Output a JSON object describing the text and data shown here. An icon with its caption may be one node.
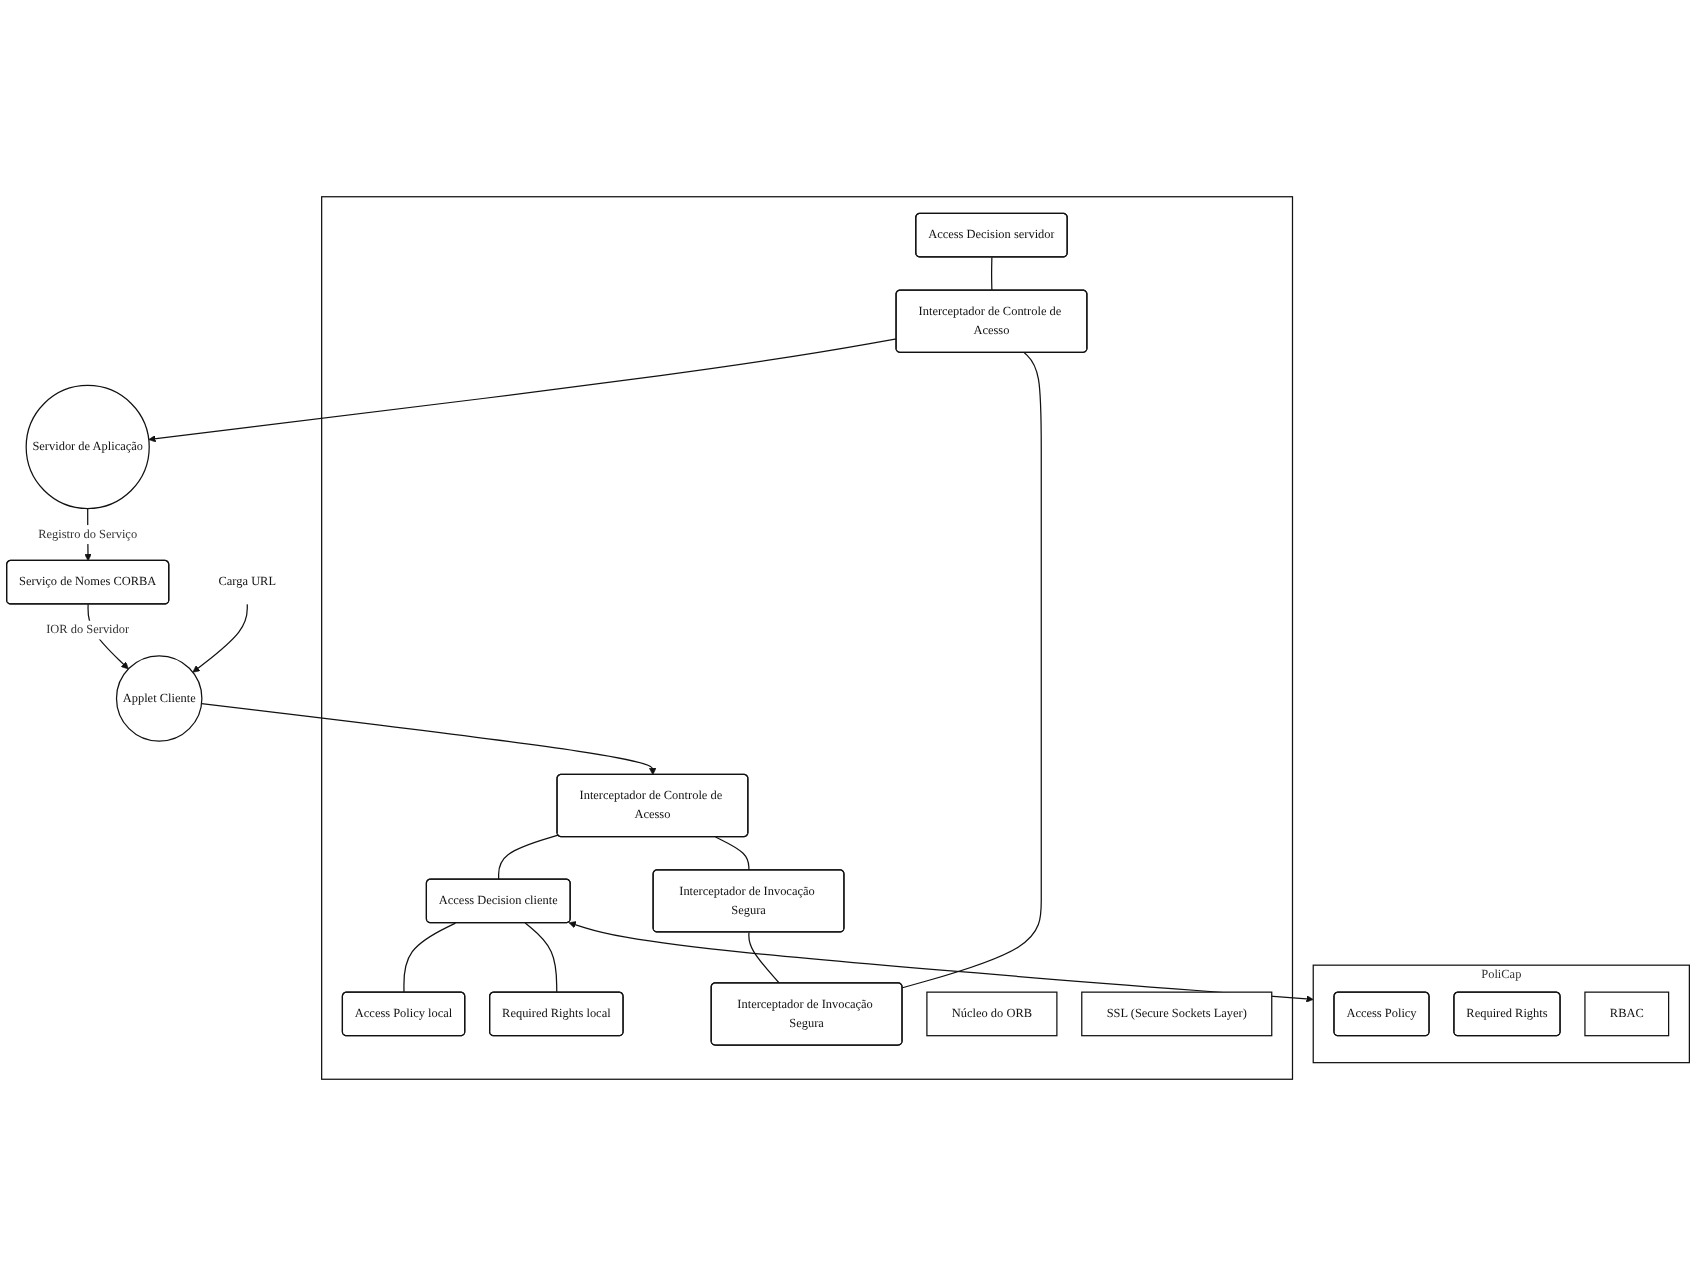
{
  "diagram": {
    "nodes": [
      {
        "text": [
          "Carga URL"
        ]
      },
      {
        "text": [
          "Serviço de Nomes CORBA"
        ]
      },
      {
        "text": [
          "Applet Cliente"
        ]
      },
      {
        "text": [
          "PoliCap"
        ]
      },
      {
        "text": [
          "Access Policy"
        ],
        "in": 3
      },
      {
        "text": [
          "Required Rights"
        ],
        "in": 3
      },
      {
        "text": [
          "RBAC"
        ],
        "in": 3
      },
      {
        "text": [
          "Servidor de Aplicação"
        ]
      },
      {
        "text": [],
        "shape": "box"
      },
      {
        "text": [
          "Interceptador de Controle de Acesso"
        ],
        "in": 8
      },
      {
        "text": [
          "Access Decision cliente"
        ],
        "in": 8
      },
      {
        "text": [
          "Access Policy local"
        ],
        "in": 8
      },
      {
        "text": [
          "Required Rights local"
        ],
        "in": 8
      },
      {
        "text": [
          "Access Decision servidor"
        ],
        "in": 8
      },
      {
        "text": [
          "Interceptador de Controle de Acesso"
        ],
        "in": 8
      },
      {
        "text": [
          "Interceptador de Invocação Segura"
        ],
        "in": 8
      },
      {
        "text": [
          "Interceptador de Invocação Segura"
        ],
        "in": 8
      },
      {
        "text": [
          "Núcleo do ORB"
        ],
        "in": 8
      },
      {
        "text": [
          "SSL (Secure Sockets Layer)"
        ],
        "in": 8
      }
    ],
    "edges": [
      {
        "from": 0,
        "to": 2,
        "arrow": "to"
      },
      {
        "from": 1,
        "to": 2,
        "arrow": "to",
        "label": "IOR do Servidor"
      },
      {
        "from": 7,
        "to": 1,
        "arrow": "to",
        "label": "Registro do Serviço"
      },
      {
        "from": 2,
        "to": 9,
        "arrow": "to"
      },
      {
        "from": 14,
        "to": 7,
        "arrow": "to"
      },
      {
        "from": 10,
        "to": 3,
        "arrow": "both"
      },
      {
        "from": 9,
        "to": 10,
        "arrow": "none"
      },
      {
        "from": 10,
        "to": 11,
        "arrow": "none"
      },
      {
        "from": 10,
        "to": 12,
        "arrow": "none"
      },
      {
        "from": 13,
        "to": 14,
        "arrow": "none"
      },
      {
        "from": 9,
        "to": 15,
        "arrow": "none"
      },
      {
        "from": 14,
        "to": 16,
        "arrow": "none"
      },
      {
        "from": 15,
        "to": 16,
        "arrow": "none"
      }
    ]
  }
}
